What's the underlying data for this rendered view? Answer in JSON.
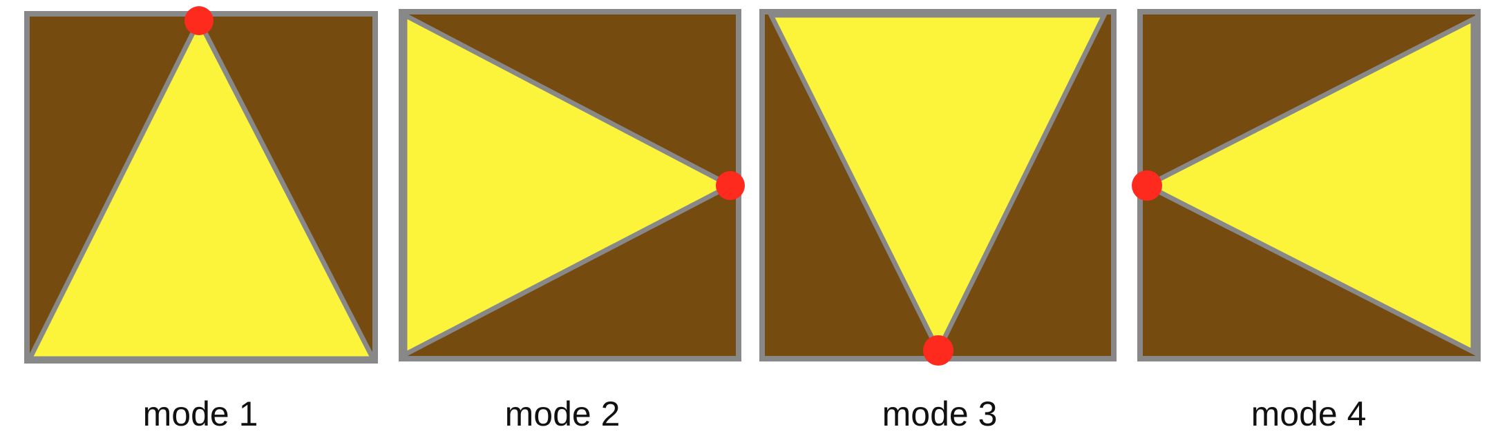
{
  "colors": {
    "background": "#754B10",
    "triangle": "#FCF43A",
    "border": "#888888",
    "marker": "#FF2A1E"
  },
  "panels": [
    {
      "label": "mode 1",
      "apex_side": "top"
    },
    {
      "label": "mode 2",
      "apex_side": "right"
    },
    {
      "label": "mode 3",
      "apex_side": "bottom"
    },
    {
      "label": "mode 4",
      "apex_side": "left"
    }
  ]
}
